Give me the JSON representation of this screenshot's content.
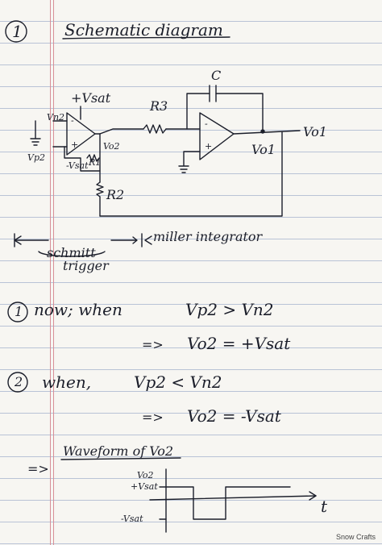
{
  "heading": {
    "number": "1",
    "title": "Schematic diagram"
  },
  "schematic": {
    "cap_label": "C",
    "r3_label": "R3",
    "r1_label": "R1",
    "r2_label": "R2",
    "vsat_label": "+Vsat",
    "vn2_label": "Vn2",
    "vp2_label": "Vp2",
    "vo2_label": "Vo2",
    "vo1_node_label": "Vo1",
    "vo1_out_label": "Vo1",
    "minus1": "-",
    "plus1": "+",
    "minus2": "-",
    "plus2": "+",
    "vsat_small": "-Vsat",
    "schmitt_label_line1": "schmitt",
    "schmitt_label_line2": "trigger",
    "miller_label": "miller integrator"
  },
  "cases": {
    "case1_number": "1",
    "case1_text": "now; when",
    "case1_condition": "Vp2 > Vn2",
    "case1_arrow": "=>",
    "case1_result": "Vo2 = +Vsat",
    "case2_number": "2",
    "case2_text": "when,",
    "case2_condition": "Vp2 < Vn2",
    "case2_arrow": "=>",
    "case2_result": "Vo2 = -Vsat"
  },
  "waveform": {
    "arrow": "=>",
    "title": "Waveform of Vo2",
    "y_label": "Vo2",
    "pos_label": "+Vsat",
    "neg_label": "-Vsat",
    "t_label": "t"
  },
  "brand": "Snow Crafts"
}
